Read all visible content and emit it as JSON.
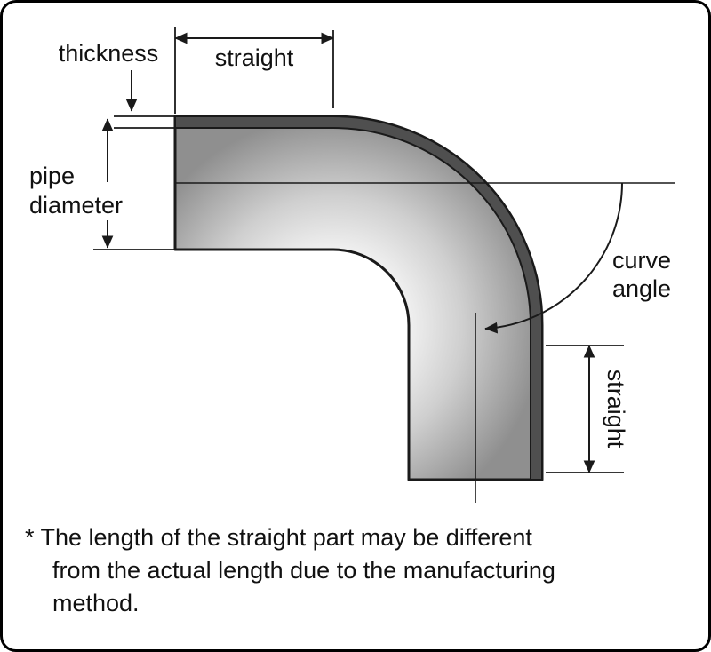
{
  "diagram": {
    "labels": {
      "thickness": "thickness",
      "straight_top": "straight",
      "pipe_diameter_line1": "pipe",
      "pipe_diameter_line2": "diameter",
      "curve_angle_line1": "curve",
      "curve_angle_line2": "angle",
      "straight_right": "straight"
    },
    "colors": {
      "outline": "#1a1a1a",
      "background": "#ffffff",
      "pipe_inner_light": "#f0f0f0",
      "pipe_mid": "#cfcfcf",
      "pipe_outer_dark": "#8f8f8f",
      "wall_band": "#4f4f4f"
    }
  },
  "footnote": {
    "lines": [
      "* The length of the straight part may be different",
      "from the actual length due to the manufacturing",
      "method."
    ]
  }
}
